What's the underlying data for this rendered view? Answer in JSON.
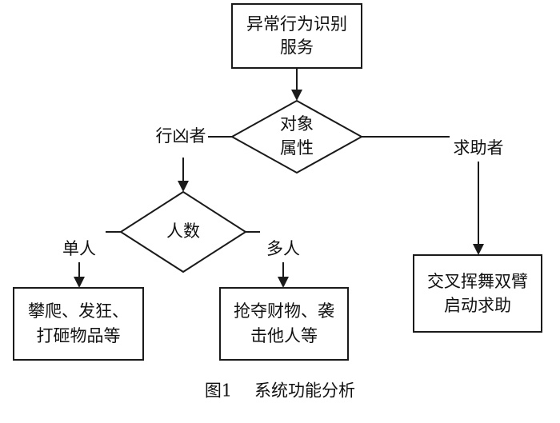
{
  "nodes": {
    "service": {
      "line1": "异常行为识别",
      "line2": "服务"
    },
    "object_attr": {
      "line1": "对象",
      "line2": "属性"
    },
    "count": {
      "label": "人数"
    },
    "single_result": {
      "line1": "攀爬、发狂、",
      "line2": "打砸物品等"
    },
    "multi_result": {
      "line1": "抢夺财物、袭",
      "line2": "击他人等"
    },
    "help_result": {
      "line1": "交叉挥舞双臂",
      "line2": "启动求助"
    }
  },
  "edges": {
    "attacker": "行凶者",
    "help_seeker": "求助者",
    "single": "单人",
    "multiple": "多人"
  },
  "caption": {
    "figure_no": "图1",
    "title": "系统功能分析"
  }
}
